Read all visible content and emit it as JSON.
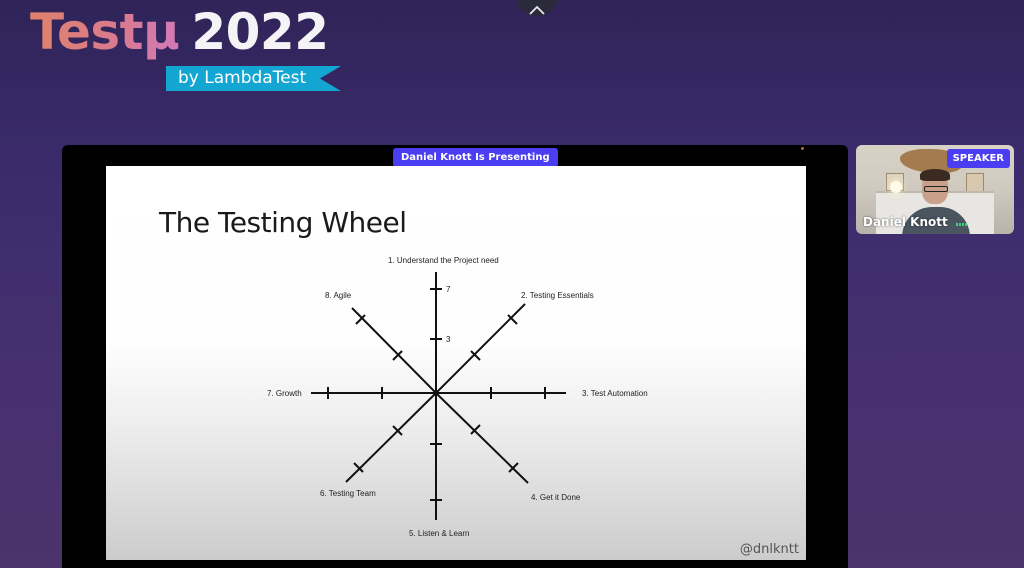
{
  "brand": {
    "title_part1": "Testμ",
    "title_part2": "2022",
    "subtitle": "by LambdaTest",
    "gradient_colors": [
      "#e0826a",
      "#d27ab8"
    ],
    "ribbon_color": "#14a6d2"
  },
  "controls": {
    "collapse_icon": "chevron-up-icon"
  },
  "stage": {
    "presenting_badge": "Daniel Knott Is Presenting",
    "badge_color": "#4a3df2"
  },
  "slide": {
    "title": "The Testing Wheel",
    "handle": "@dnlkntt",
    "wheel": {
      "spokes": [
        {
          "label": "1. Understand the Project need"
        },
        {
          "label": "2. Testing Essentials"
        },
        {
          "label": "3. Test Automation"
        },
        {
          "label": "4. Get it Done"
        },
        {
          "label": "5. Listen & Learn"
        },
        {
          "label": "6. Testing Team"
        },
        {
          "label": "7. Growth"
        },
        {
          "label": "8. Agile"
        }
      ],
      "scale_labels": [
        "7",
        "3"
      ]
    }
  },
  "speaker": {
    "badge": "SPEAKER",
    "name": "Daniel Knott",
    "audio_indicator_color": "#3fd07a"
  }
}
